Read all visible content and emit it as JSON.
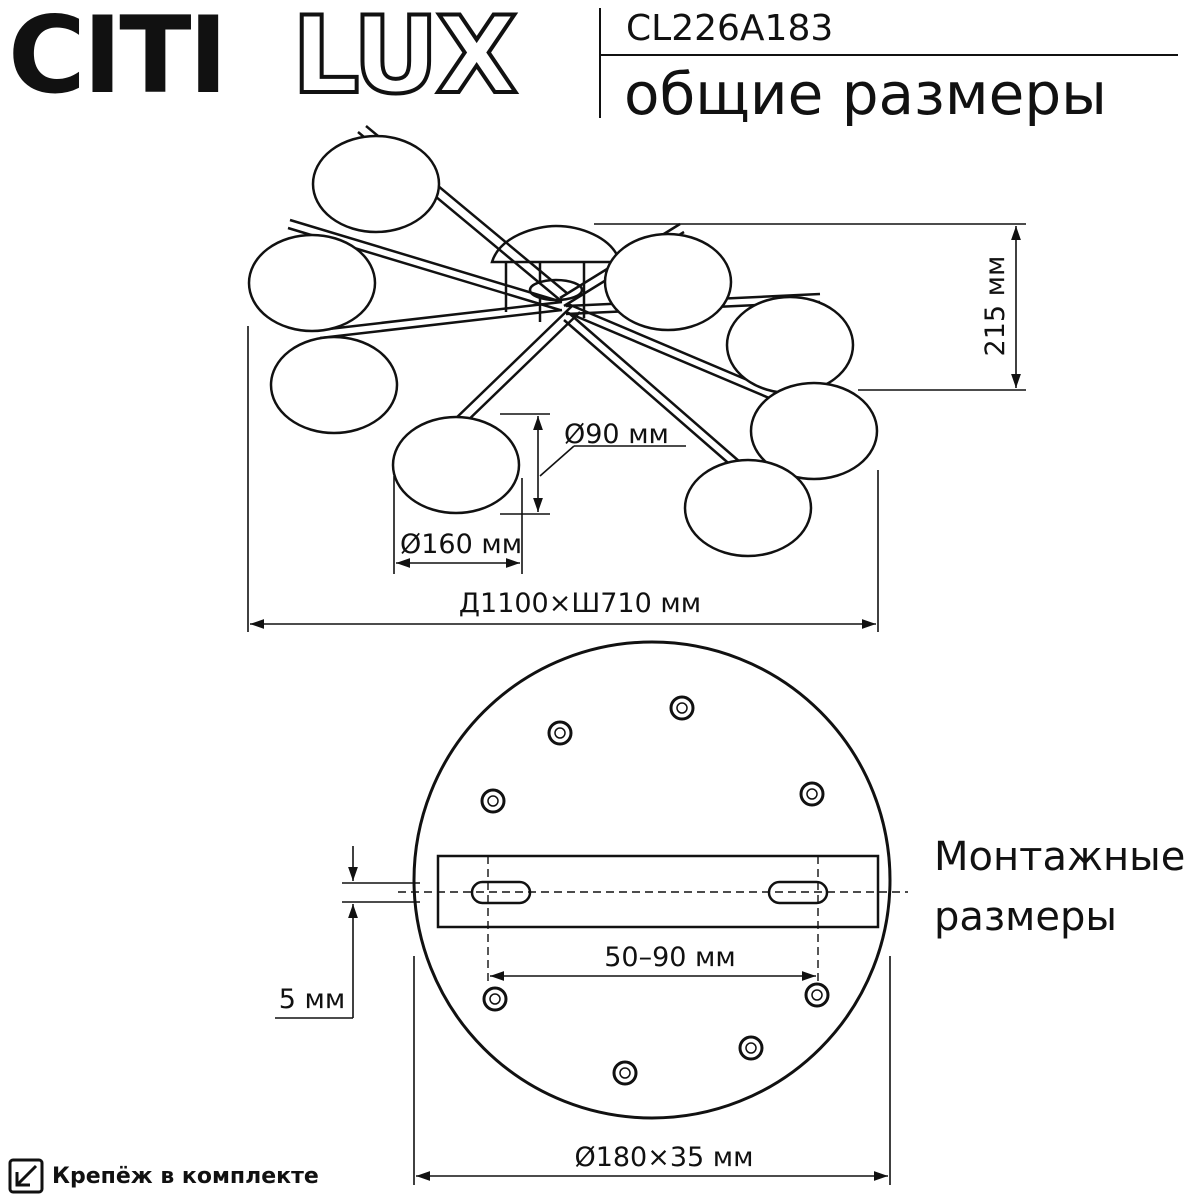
{
  "brand": {
    "logo_part1": "CITI",
    "logo_part2": "LUX"
  },
  "header": {
    "model": "CL226A183",
    "subtitle": "общие размеры"
  },
  "dimensions": {
    "height": "215 мм",
    "shade_height": "Ø90 мм",
    "shade_width": "Ø160 мм",
    "overall": "Д1100×Ш710 мм",
    "hole_offset": "5 мм",
    "hole_spacing": "50–90 мм",
    "base": "Ø180×35 мм"
  },
  "mounting_label": {
    "line1": "Монтажные",
    "line2": "размеры"
  },
  "footer": {
    "fasteners_note": "Крепёж в комплекте",
    "icon": "arrow-down-left-icon"
  },
  "colors": {
    "ink": "#111111",
    "background": "#ffffff"
  }
}
